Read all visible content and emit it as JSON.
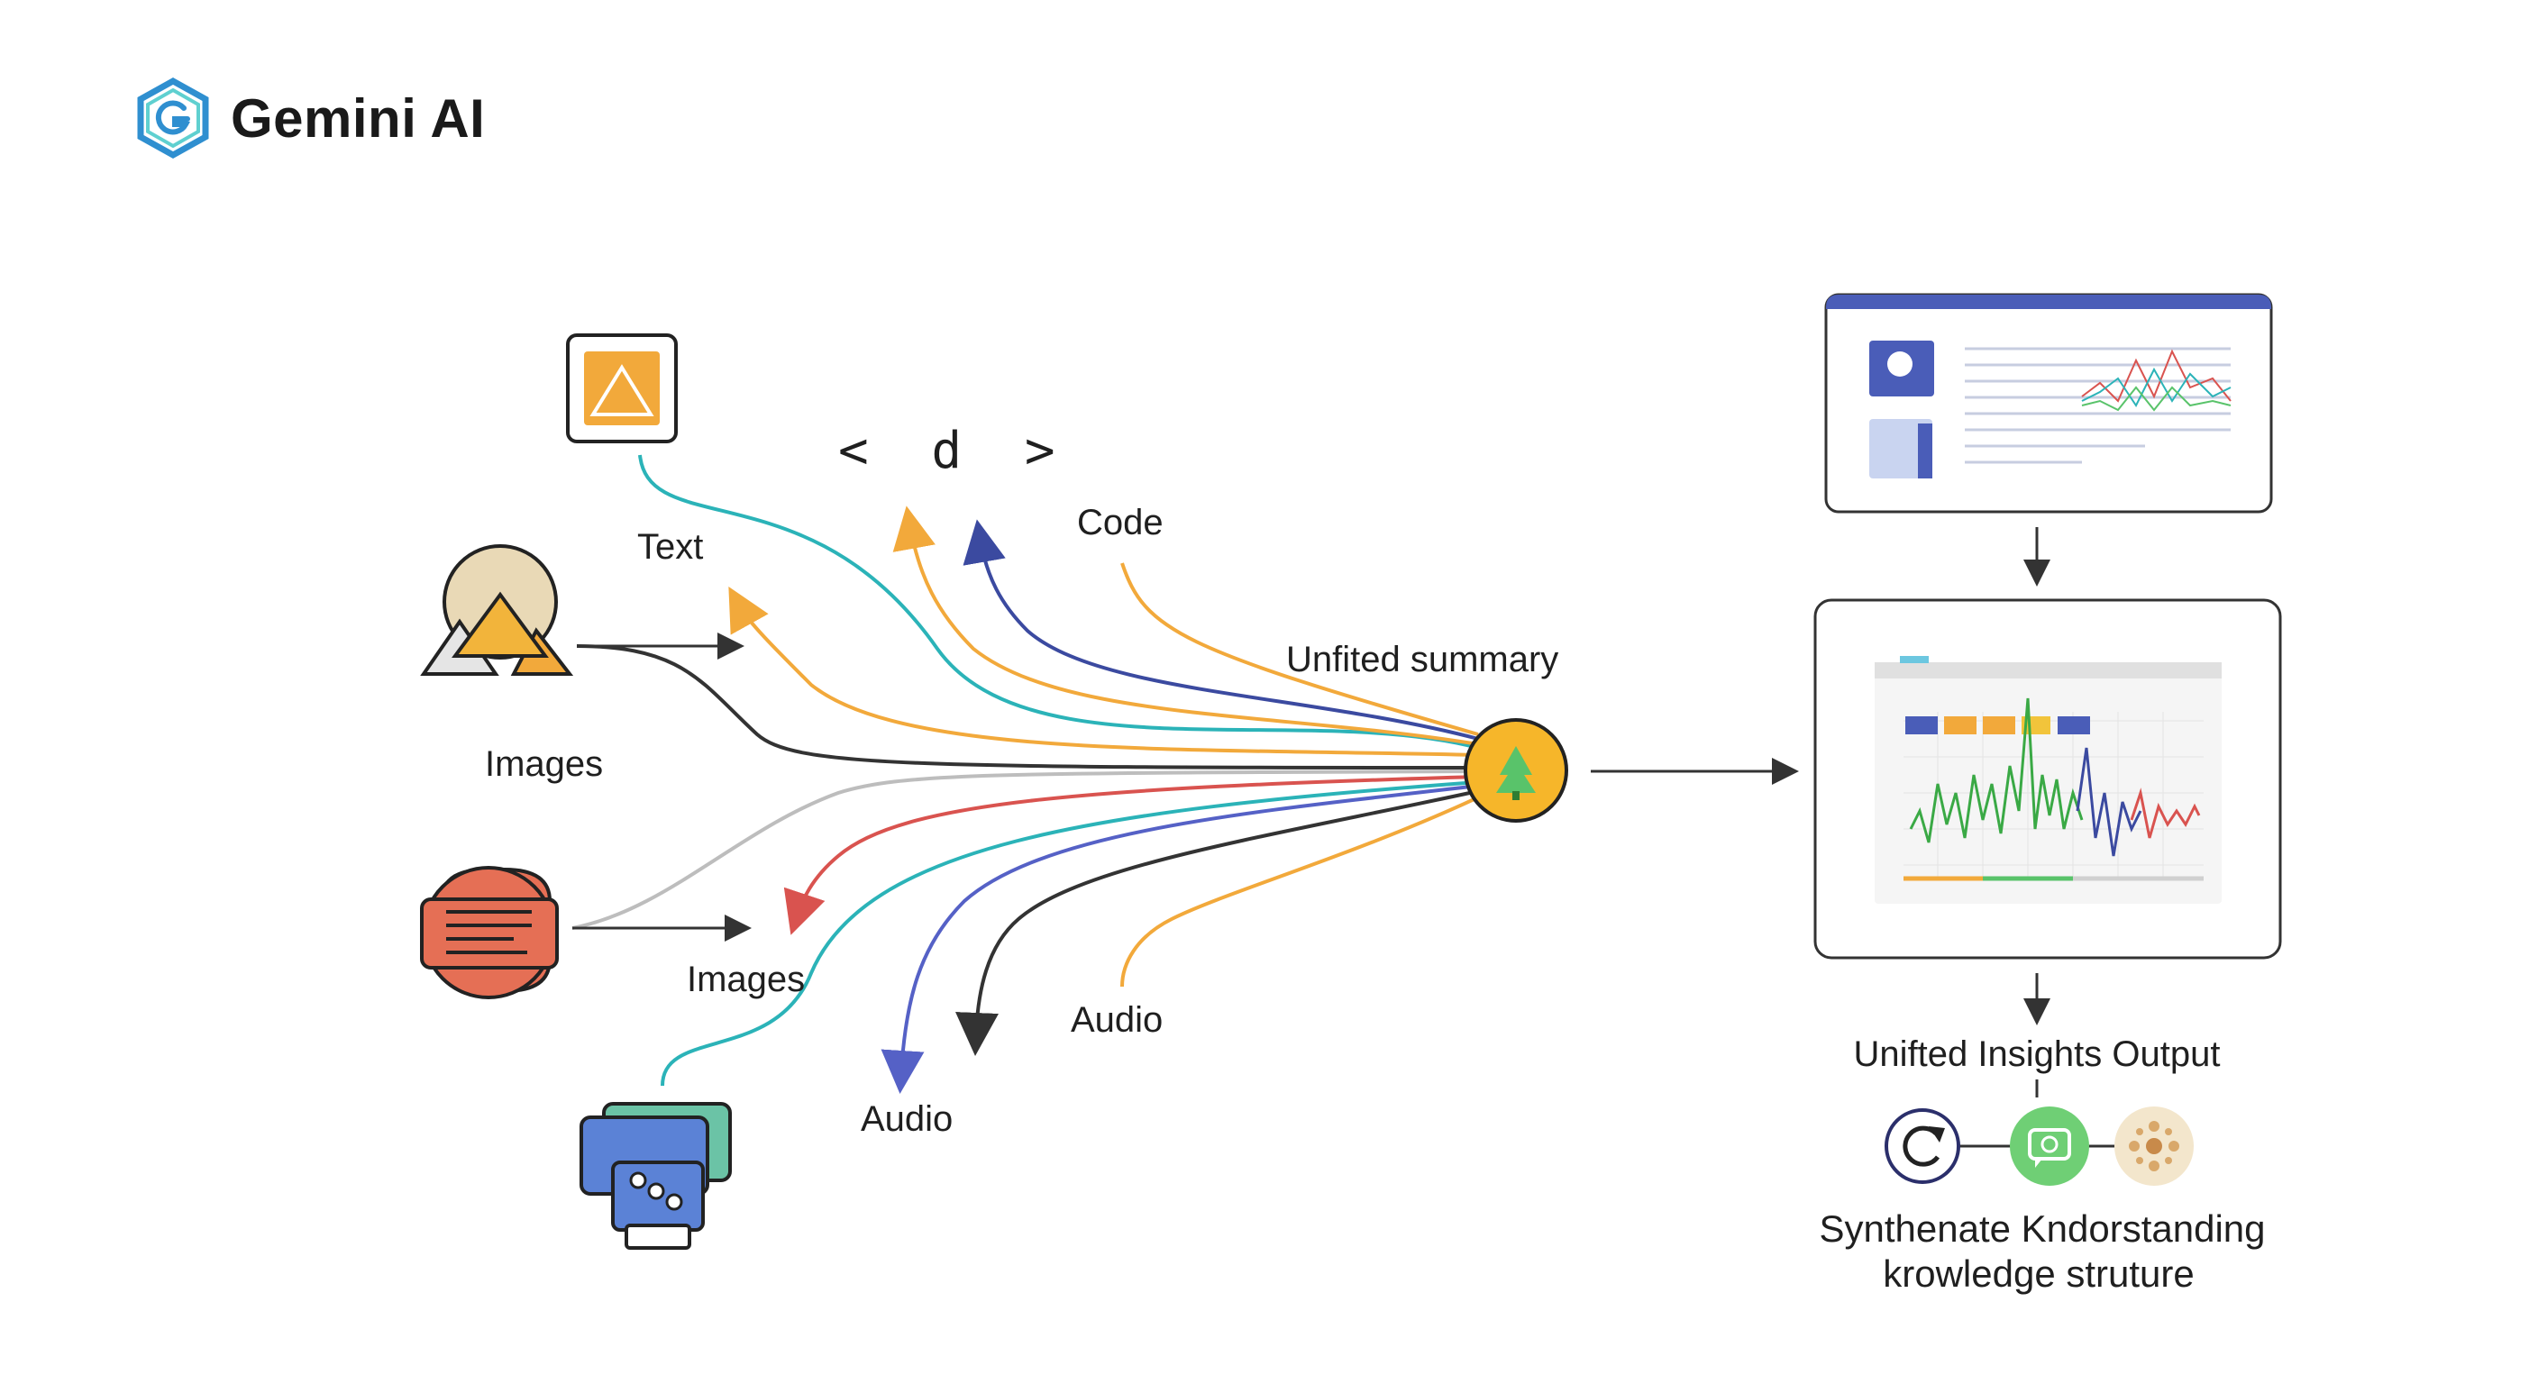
{
  "brand": {
    "title": "Gemini AI",
    "logo_icon": "hexagon-g-logo-icon"
  },
  "inputs": {
    "code_symbol": "< d >",
    "labels": {
      "text": "Text",
      "images_top": "Images",
      "images_bottom": "Images",
      "code": "Code",
      "audio_bottom": "Audio",
      "audio_right": "Audio"
    },
    "icons": [
      "triangle-document-icon",
      "shapes-icon",
      "text-lines-icon",
      "network-blocks-icon"
    ]
  },
  "hub": {
    "label": "Unfited summary",
    "icon": "tree-icon"
  },
  "outputs": {
    "top_panel_icon": "document-report-icon",
    "middle_panel_icon": "waveform-chart-icon",
    "insights_title": "Unifted Insights Output",
    "bottom_icons": [
      "refresh-icon",
      "chat-icon",
      "sparkle-icon"
    ],
    "caption_line1": "Synthenate Kndorstanding",
    "caption_line2": "krowledge struture"
  },
  "colors": {
    "teal": "#2bb3b8",
    "orange": "#f2a93b",
    "navy": "#3b4aa0",
    "red": "#d9534f",
    "gray": "#bdbdbd",
    "dark": "#333333",
    "panel_blue": "#4a5db8",
    "green": "#59c36a"
  }
}
